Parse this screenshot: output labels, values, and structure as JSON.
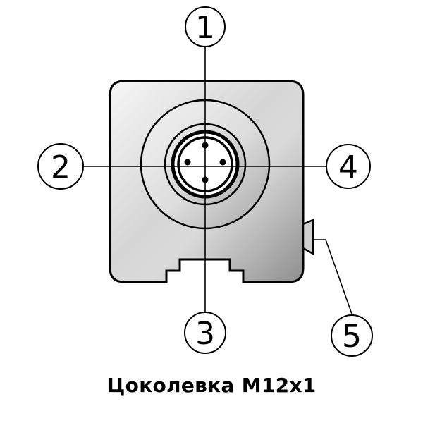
{
  "diagram": {
    "caption": "Цоколевка М12х1",
    "callouts": [
      {
        "id": "1",
        "label": "1"
      },
      {
        "id": "2",
        "label": "2"
      },
      {
        "id": "3",
        "label": "3"
      },
      {
        "id": "4",
        "label": "4"
      },
      {
        "id": "5",
        "label": "5"
      }
    ]
  }
}
